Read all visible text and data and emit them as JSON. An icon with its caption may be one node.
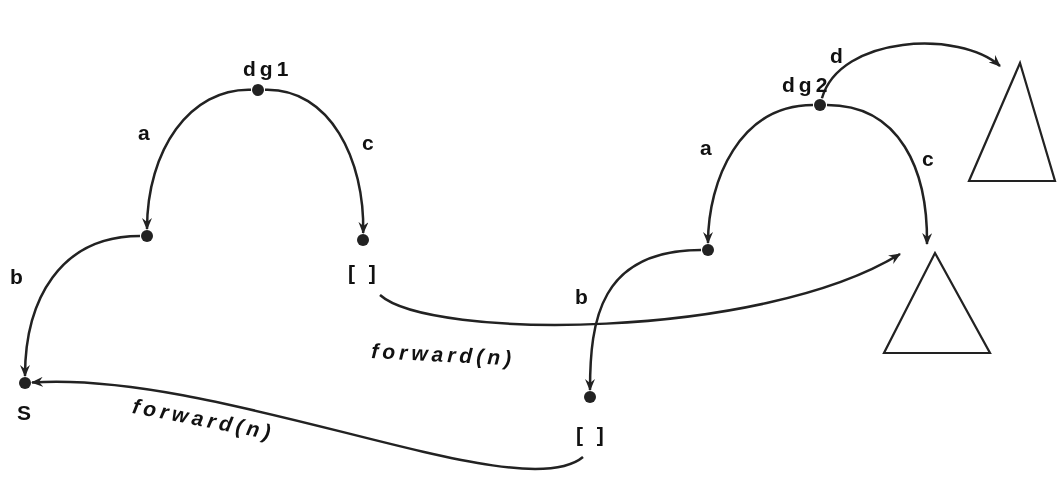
{
  "diagram": {
    "nodes": [
      {
        "text": [],
        "shape": "circle",
        "beside": [
          "dg1"
        ]
      },
      {
        "text": [],
        "shape": "circle"
      },
      {
        "text": [],
        "shape": "circle",
        "beside": [
          "[ ]"
        ]
      },
      {
        "text": [],
        "shape": "circle",
        "beside": [
          "S"
        ]
      },
      {
        "text": [],
        "shape": "circle",
        "beside": [
          "dg2"
        ]
      },
      {
        "text": [],
        "shape": "circle"
      },
      {
        "text": [],
        "shape": "circle",
        "beside": [
          "[ ]"
        ]
      },
      {
        "text": [],
        "shape": "triangle"
      },
      {
        "text": [],
        "shape": "triangle"
      }
    ],
    "edges": [
      {
        "from": 0,
        "to": 1,
        "arrow": "to",
        "label": "a"
      },
      {
        "from": 0,
        "to": 2,
        "arrow": "to",
        "label": "c"
      },
      {
        "from": 1,
        "to": 3,
        "arrow": "to",
        "label": "b"
      },
      {
        "from": 4,
        "to": 5,
        "arrow": "to",
        "label": "a"
      },
      {
        "from": 4,
        "to": 8,
        "arrow": "to",
        "label": "c"
      },
      {
        "from": 4,
        "to": 7,
        "arrow": "to",
        "label": "d"
      },
      {
        "from": 5,
        "to": 6,
        "arrow": "to",
        "label": "b"
      },
      {
        "from": 2,
        "to": 8,
        "arrow": "to",
        "label": "forward(n)"
      },
      {
        "from": 6,
        "to": 3,
        "arrow": "to",
        "label": "forward(n)"
      }
    ]
  }
}
